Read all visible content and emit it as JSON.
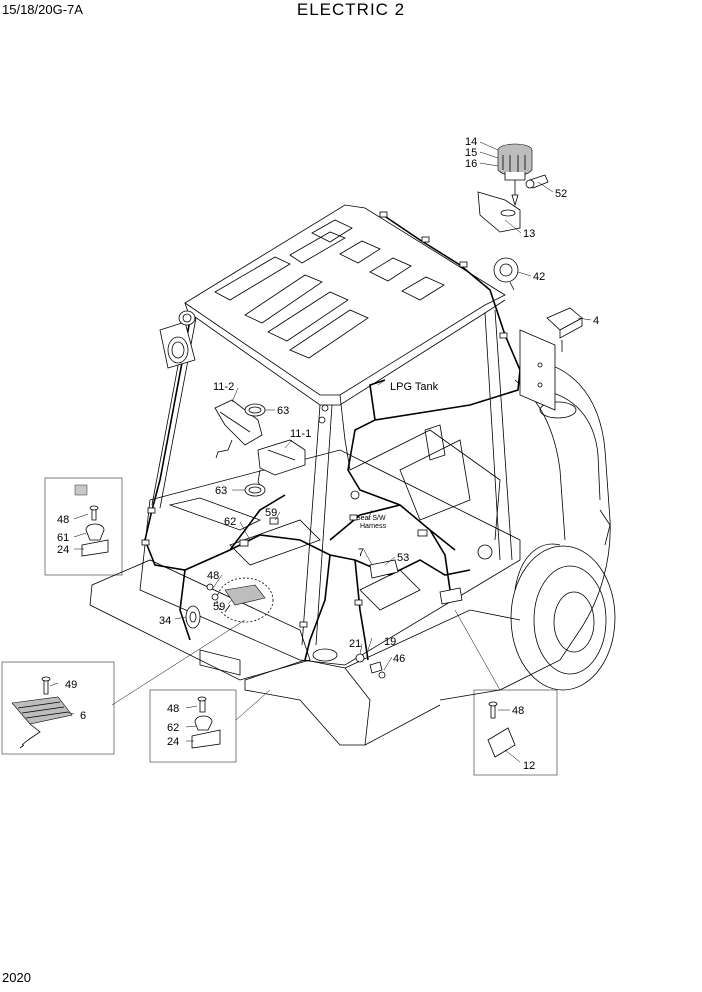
{
  "header": {
    "model": "15/18/20G-7A",
    "title": "ELECTRIC 2"
  },
  "footer": {
    "page_number": "2020"
  },
  "labels": {
    "p14": "14",
    "p15": "15",
    "p16": "16",
    "p52": "52",
    "p13": "13",
    "p42": "42",
    "p4": "4",
    "p11_2": "11-2",
    "p63a": "63",
    "p11_1": "11-1",
    "p63b": "63",
    "lpg": "LPG Tank",
    "seat": "Seat S/W",
    "harness": "Harness",
    "p48a": "48",
    "p61": "61",
    "p24a": "24",
    "p62a": "62",
    "p59a": "59",
    "p7": "7",
    "p53": "53",
    "p48b": "48",
    "p59b": "59",
    "p34": "34",
    "p21": "21",
    "p19": "19",
    "p46": "46",
    "p49": "49",
    "p6": "6",
    "p48c": "48",
    "p62b": "62",
    "p24b": "24",
    "p48d": "48",
    "p12": "12"
  }
}
